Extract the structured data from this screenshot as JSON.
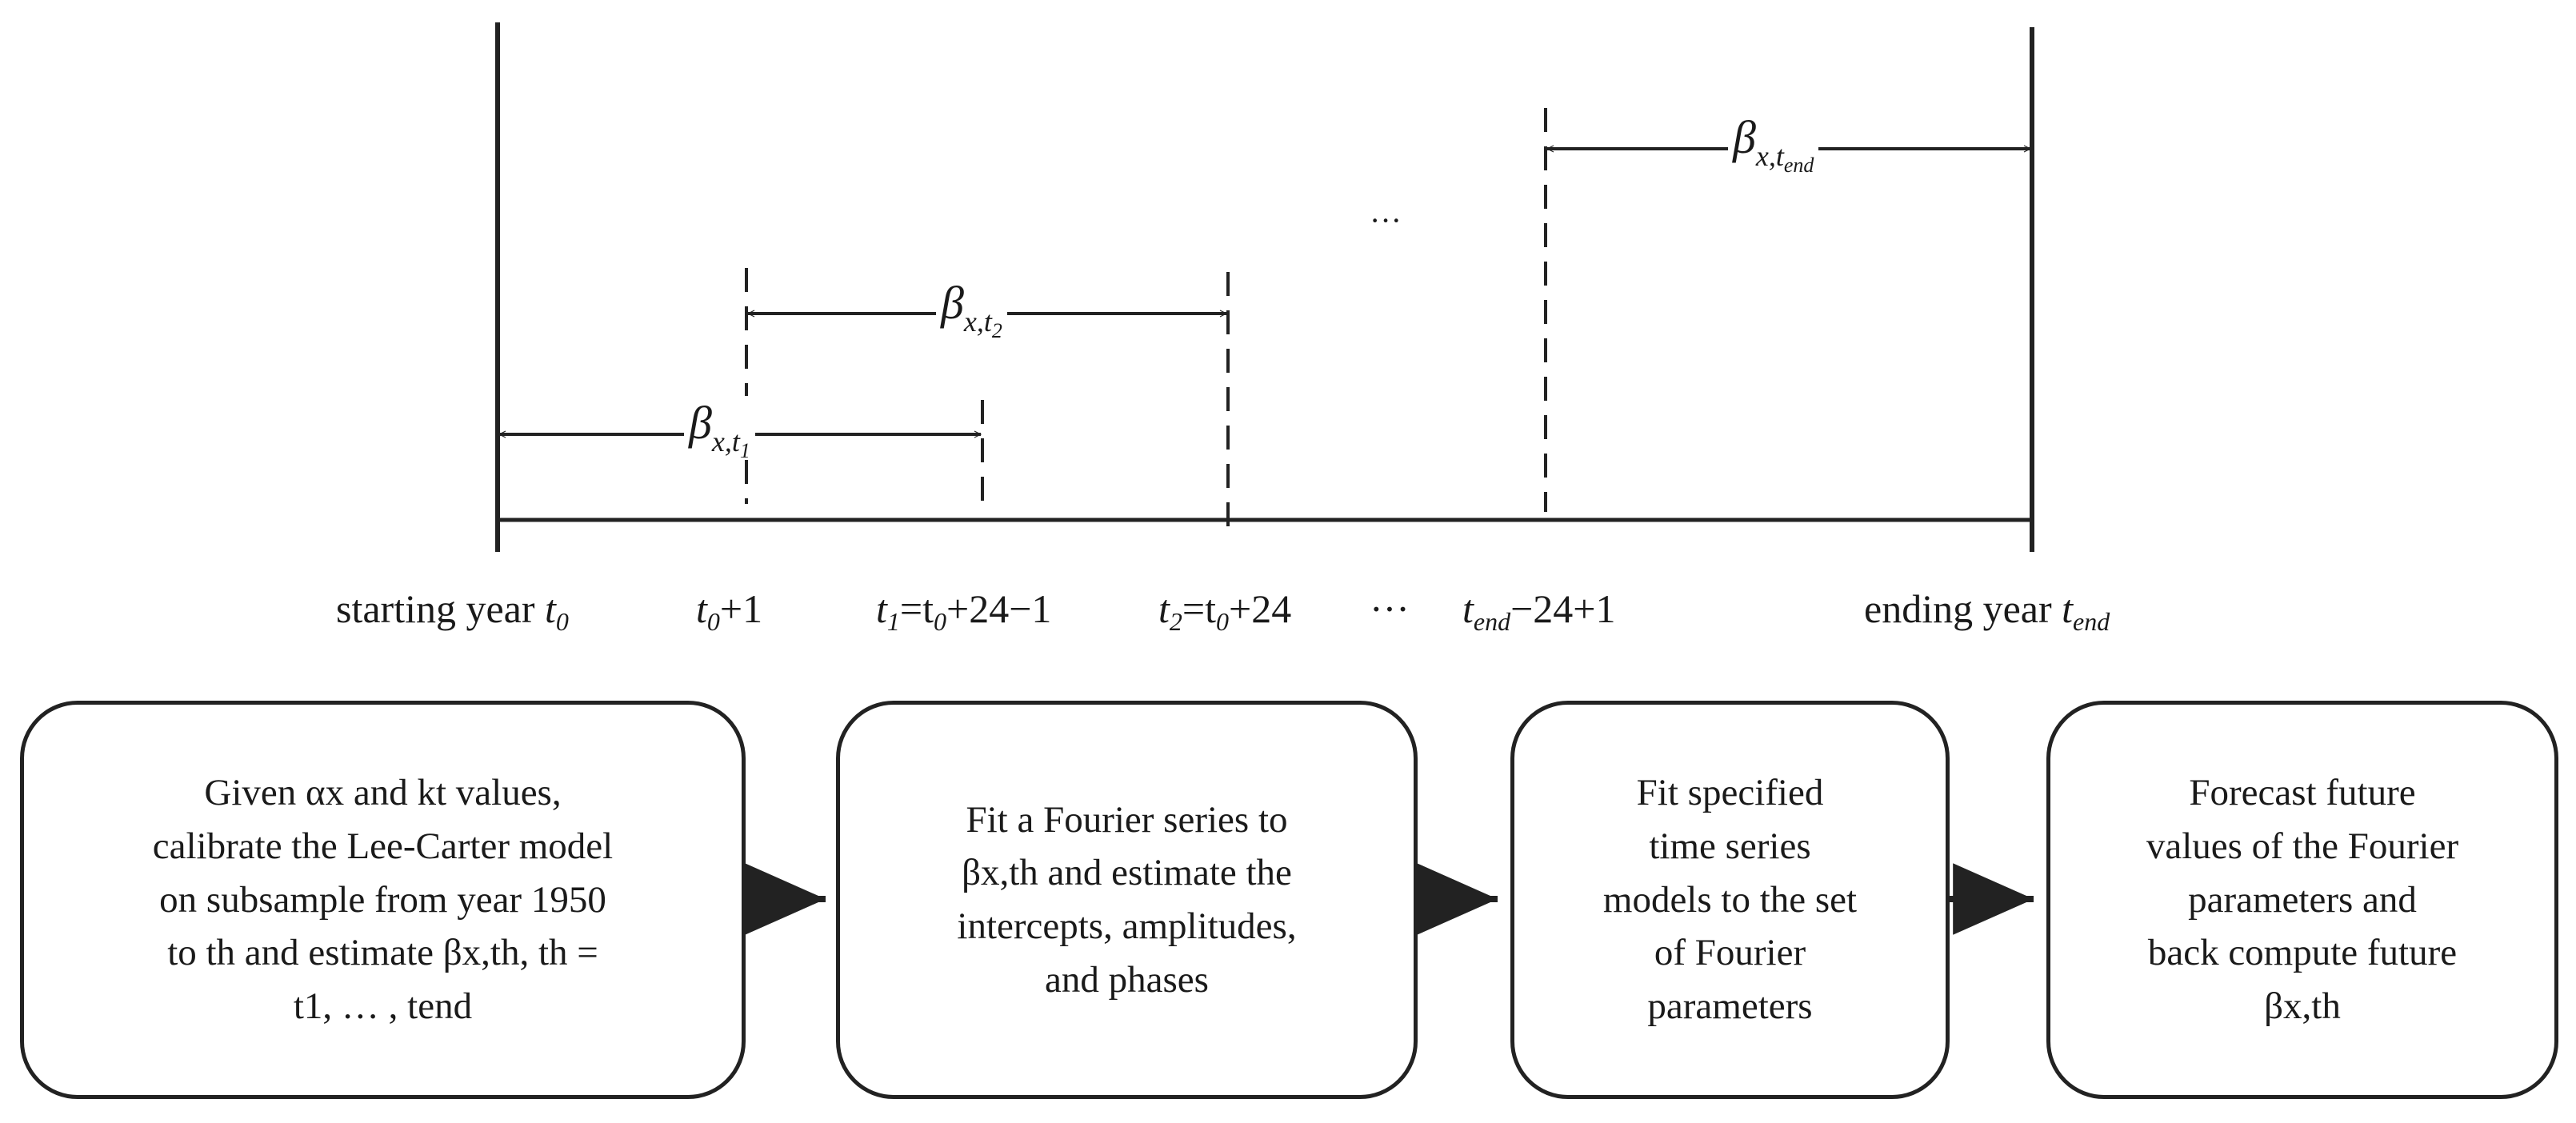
{
  "timeline": {
    "year_labels": [
      {
        "id": "start",
        "text": "starting year ",
        "sym": "t",
        "sub": "0",
        "tail": ""
      },
      {
        "id": "t0p1",
        "text": "",
        "sym": "t",
        "sub": "0",
        "tail": "+1"
      },
      {
        "id": "t1",
        "text": "",
        "sym": "t",
        "sub": "1",
        "tail": "=t",
        "sub2": "0",
        "tail2": "+24−1"
      },
      {
        "id": "t2",
        "text": "",
        "sym": "t",
        "sub": "2",
        "tail": "=t",
        "sub2": "0",
        "tail2": "+24"
      },
      {
        "id": "dots",
        "text": "···"
      },
      {
        "id": "tendm",
        "text": "",
        "sym": "t",
        "sub": "end",
        "tail": "−24+1"
      },
      {
        "id": "end",
        "text": "ending year ",
        "sym": "t",
        "sub": "end",
        "tail": ""
      }
    ],
    "middle_ellipsis": "···",
    "intervals": [
      {
        "id": "b1",
        "beta": "β",
        "sub1": "x,t",
        "sub2": "1"
      },
      {
        "id": "b2",
        "beta": "β",
        "sub1": "x,t",
        "sub2": "2"
      },
      {
        "id": "bend",
        "beta": "β",
        "sub1": "x,t",
        "sub2": "end"
      }
    ]
  },
  "boxes": [
    {
      "id": "calibrate",
      "lines": [
        "Given αx and kt values,",
        "calibrate the Lee-Carter model",
        "on subsample from year 1950",
        "to th and estimate βx,th, th =",
        "t1, … , tend"
      ]
    },
    {
      "id": "fit-fourier",
      "lines": [
        "Fit a Fourier series to",
        "βx,th and estimate the",
        "intercepts, amplitudes,",
        "and phases"
      ]
    },
    {
      "id": "fit-ts",
      "lines": [
        "Fit specified",
        "time series",
        "models to the set",
        "of Fourier",
        "parameters"
      ]
    },
    {
      "id": "forecast",
      "lines": [
        "Forecast future",
        "values of the Fourier",
        "parameters and",
        "back compute future",
        "βx,th"
      ]
    }
  ]
}
